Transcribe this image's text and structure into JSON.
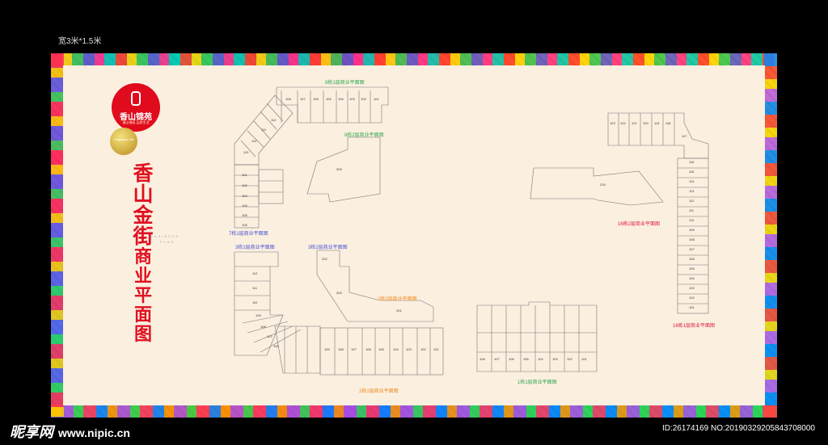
{
  "size_note": "宽3米*1.5米",
  "logo": {
    "name": "香山锦苑",
    "tagline": "香山锦苑 品质生活"
  },
  "badge": "Fragrance Hill",
  "title_top": [
    "香",
    "山",
    "金",
    "街"
  ],
  "title_bottom": [
    "商",
    "业",
    "平",
    "面",
    "图"
  ],
  "subtitle_en_1": "BUSINESS",
  "subtitle_en_2": "PLAN",
  "plans": {
    "b8_1": "8栋1层商业平面图",
    "b8_2": "8栋2层商业平面图",
    "b7_1": "7栋1层商业平面图",
    "b3_1": "3栋1层商业平面图",
    "b3_2": "3栋2层商业平面图",
    "b2_2": "2栋2层商业平面图",
    "b2_1": "2栋1层商业平面图",
    "b16_2": "16栋2层商业平面图",
    "b16_1": "16栋1层商业平面图",
    "b1_1": "1栋1层商业平面图"
  },
  "units": {
    "b8_1": [
      "108",
      "107",
      "106",
      "105",
      "104",
      "103",
      "102",
      "101"
    ],
    "b7_1": [
      "101",
      "102",
      "103",
      "104",
      "105",
      "106",
      "113",
      "112",
      "111",
      "110"
    ],
    "b8_2": "209",
    "b16_top": [
      "123",
      "122",
      "121",
      "120",
      "119",
      "118",
      "117"
    ],
    "b16_side": [
      "116",
      "115",
      "114",
      "113",
      "112",
      "111",
      "110",
      "109",
      "108",
      "107",
      "106",
      "105",
      "104",
      "103",
      "102",
      "101"
    ],
    "b16_2": "215",
    "b3_1": [
      "112",
      "111",
      "110",
      "109",
      "108",
      "107",
      "106"
    ],
    "b3_2": [
      "202",
      "203"
    ],
    "b2_2": "201",
    "b2_1": [
      "109",
      "108",
      "107",
      "106",
      "105",
      "104",
      "103",
      "102",
      "101"
    ],
    "b1_1": [
      "108",
      "107",
      "106",
      "105",
      "104",
      "103",
      "102",
      "101"
    ]
  },
  "watermark": {
    "brand": "昵享网",
    "site": "www.nipic.cn",
    "id": "ID:26174169 NO:20190329205843708000"
  },
  "colors": {
    "brand_red": "#e00b1c",
    "canvas": "#fbefe0"
  }
}
